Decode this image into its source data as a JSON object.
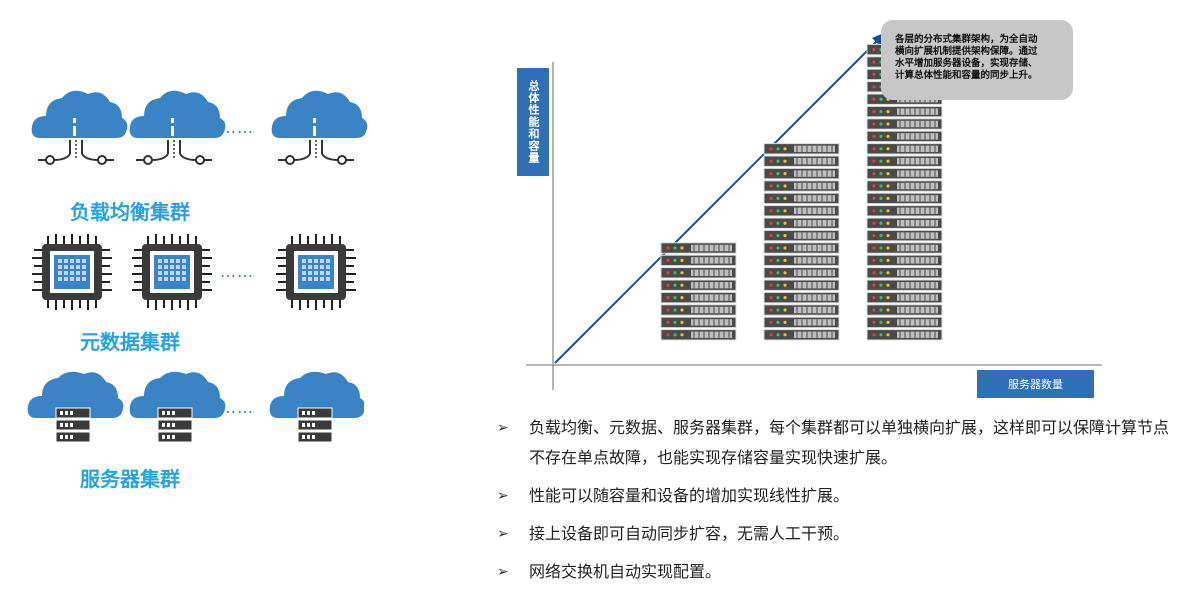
{
  "clusters": {
    "load_balance": {
      "label": "负载均衡集群"
    },
    "metadata": {
      "label": "元数据集群"
    },
    "server": {
      "label": "服务器集群"
    },
    "ellipsis": "……"
  },
  "chart": {
    "y_axis_label": "总体性能和容量",
    "x_axis_label": "服务器数量",
    "callout_lines": [
      "各层的分布式集群架构，为全自动",
      "横向扩展机制提供架构保障。通过",
      "水平增加服务器设备，实现存储、",
      "计算总体性能和容量的同步上升。"
    ],
    "server_stack_units": [
      8,
      16,
      24
    ]
  },
  "colors": {
    "accent_blue": "#3a84c6",
    "label_blue": "#29a3e0",
    "axis_box": "#2f6fb6"
  },
  "bullets": [
    {
      "text": "负载均衡、元数据、服务器集群，每个集群都可以单独横向扩展，这样即可以保障计算节点不存在单点故障，也能实现存储容量实现快速扩展。"
    },
    {
      "text": "性能可以随容量和设备的增加实现线性扩展。"
    },
    {
      "text": "接上设备即可自动同步扩容，无需人工干预。"
    },
    {
      "text": "网络交换机自动实现配置。"
    }
  ],
  "bullet_marker": "➢"
}
